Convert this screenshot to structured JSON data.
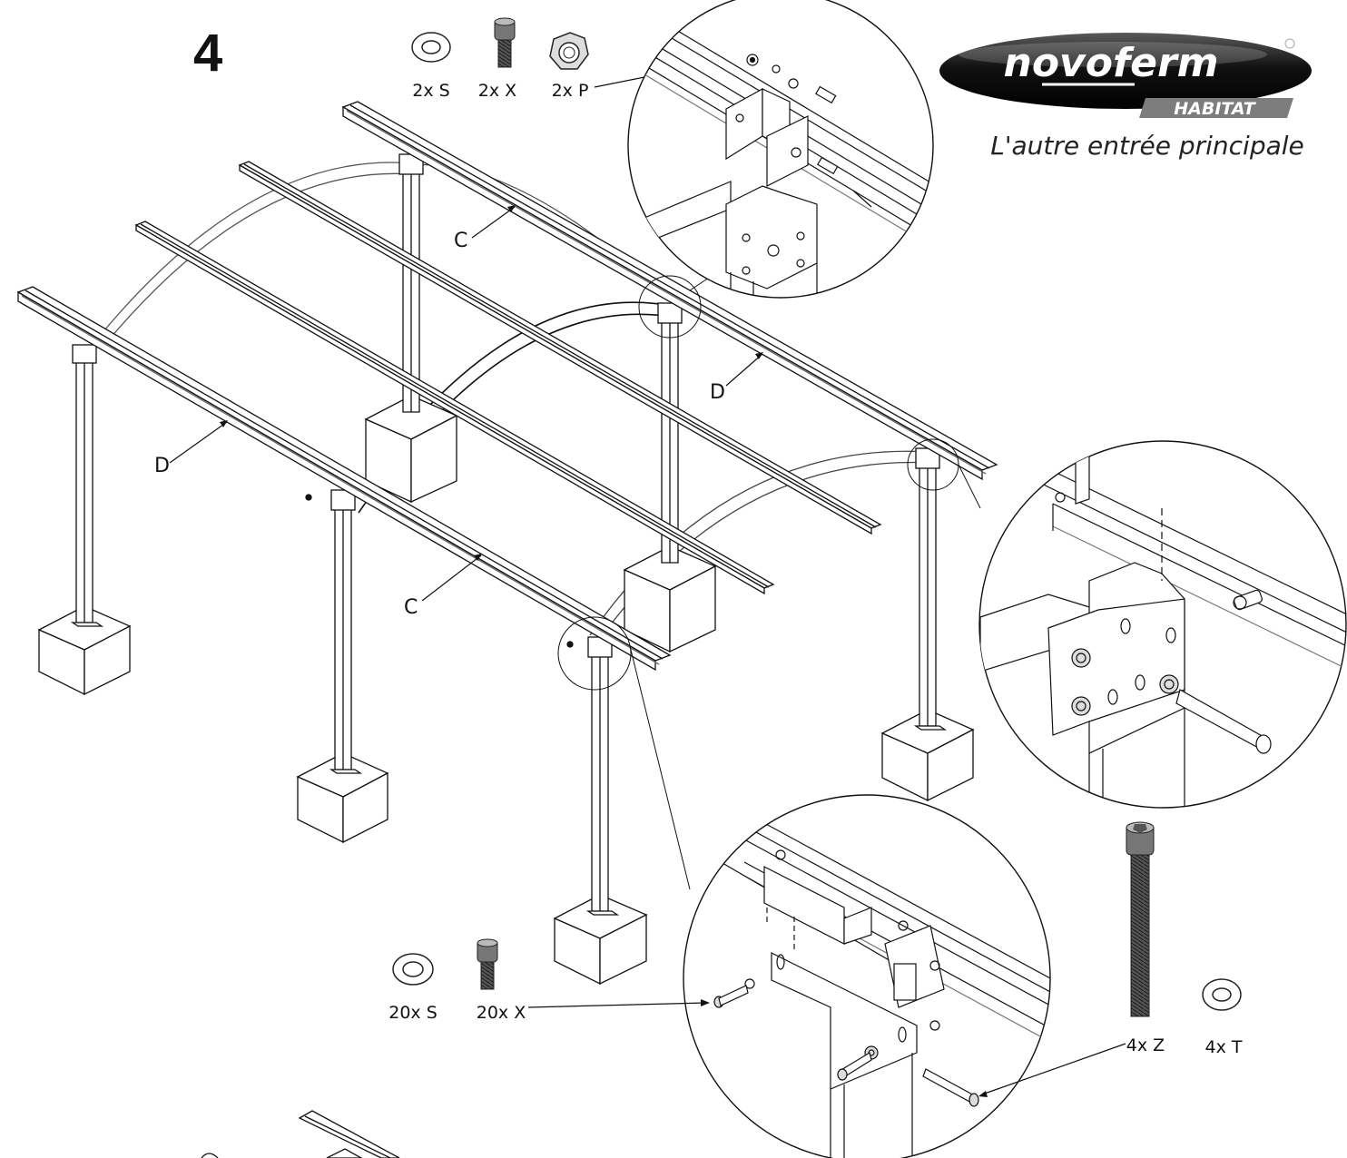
{
  "step_number": "4",
  "brand": {
    "name": "novoferm",
    "sub": "HABITAT",
    "tagline": "L'autre entrée principale",
    "color_dark": "#1a1a1a",
    "color_red": "#c8102e"
  },
  "parts_top": [
    {
      "label": "2x S",
      "icon": "washer-icon"
    },
    {
      "label": "2x X",
      "icon": "hex-socket-bolt-icon"
    },
    {
      "label": "2x P",
      "icon": "hex-nut-icon"
    }
  ],
  "parts_bottom": [
    {
      "label": "20x S",
      "icon": "washer-icon"
    },
    {
      "label": "20x X",
      "icon": "hex-socket-bolt-icon"
    }
  ],
  "parts_right": [
    {
      "label": "4x Z",
      "icon": "long-bolt-icon"
    },
    {
      "label": "4x T",
      "icon": "washer-icon"
    }
  ],
  "callouts": {
    "c_upper": "C",
    "c_lower": "C",
    "d_left": "D",
    "d_right": "D"
  }
}
